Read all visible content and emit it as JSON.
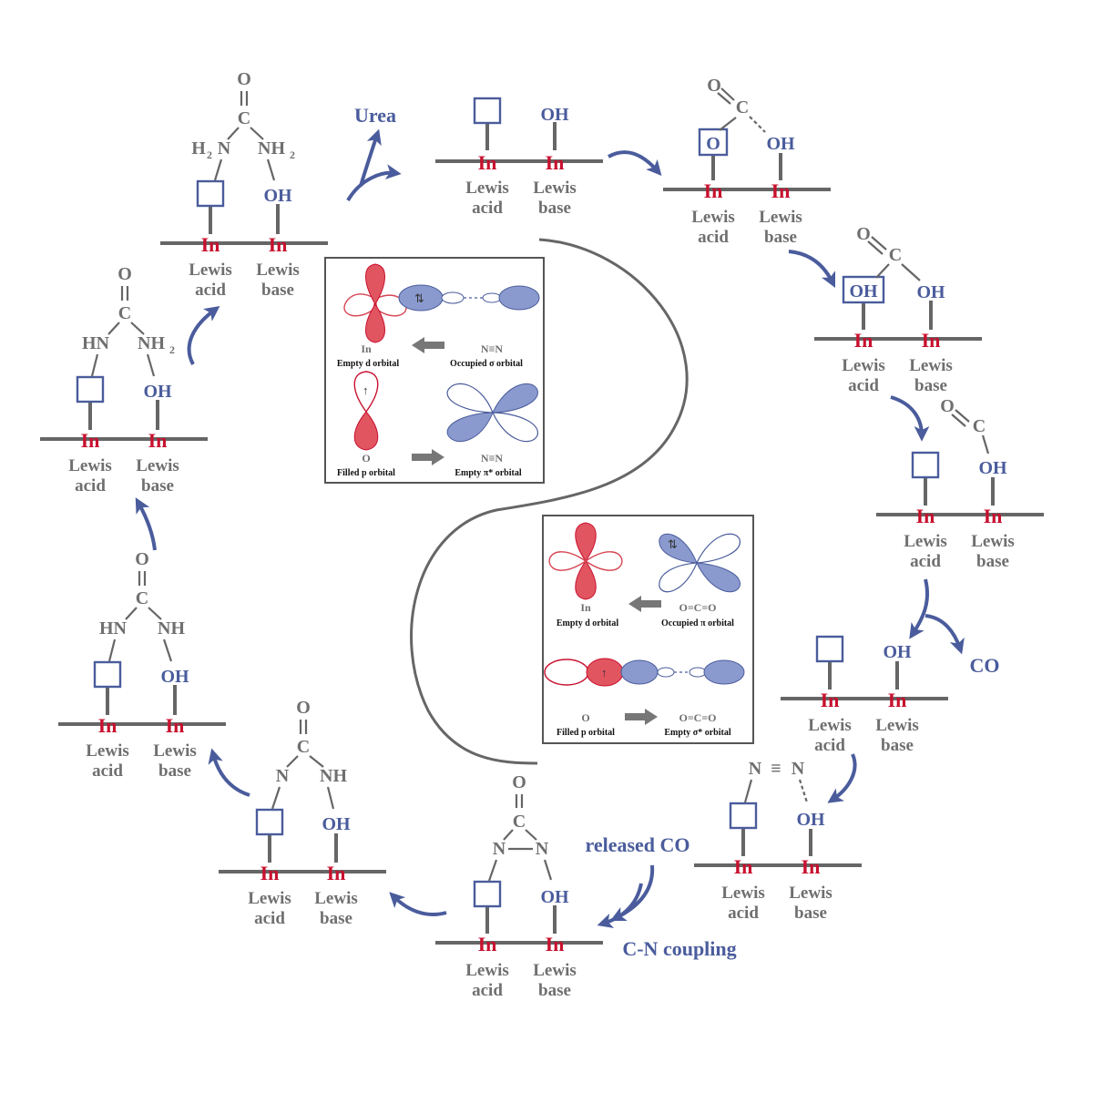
{
  "colors": {
    "accent_blue": "#4a5c9c",
    "indium_red": "#c8102e",
    "bond_gray": "#666666",
    "lobe_red": "#e15561",
    "lobe_blue": "#8b9ace"
  },
  "atoms": {
    "indium": "In",
    "hydroxyl": "OH",
    "oxygen": "O",
    "carbon": "C",
    "nitrogen": "N",
    "nh": "NH",
    "hn": "HN",
    "nh2_base": "NH",
    "h2n_base": "H",
    "h2n_tail": "N",
    "sub_2": "2",
    "triple_bond": "≡"
  },
  "site_labels": {
    "line1_acid": "Lewis",
    "line2_acid": "acid",
    "line1_base": "Lewis",
    "line2_base": "base"
  },
  "annotations": {
    "urea": "Urea",
    "co_out": "CO",
    "released_co": "released CO",
    "cn_coupling": "C-N coupling"
  },
  "inset_top": {
    "in_label": "In",
    "in_orbital": "Empty d orbital",
    "n2_label": "N≡N",
    "n2_orbital": "Occupied σ orbital",
    "o_label": "O",
    "o_orbital": "Filled p orbital",
    "n2_label_2": "N≡N",
    "n2_orbital_2": "Empty π* orbital"
  },
  "inset_bottom": {
    "in_label": "In",
    "in_orbital": "Empty d orbital",
    "co2_label": "O=C=O",
    "co2_orbital": "Occupied π orbital",
    "o_label": "O",
    "o_orbital": "Filled p orbital",
    "co2_label_2": "O=C=O",
    "co2_orbital_2": "Empty σ* orbital"
  },
  "icons": [
    "vacancy-square-icon",
    "curved-arrow-icon",
    "orbital-lobe-icon",
    "electron-arrow-icon"
  ]
}
